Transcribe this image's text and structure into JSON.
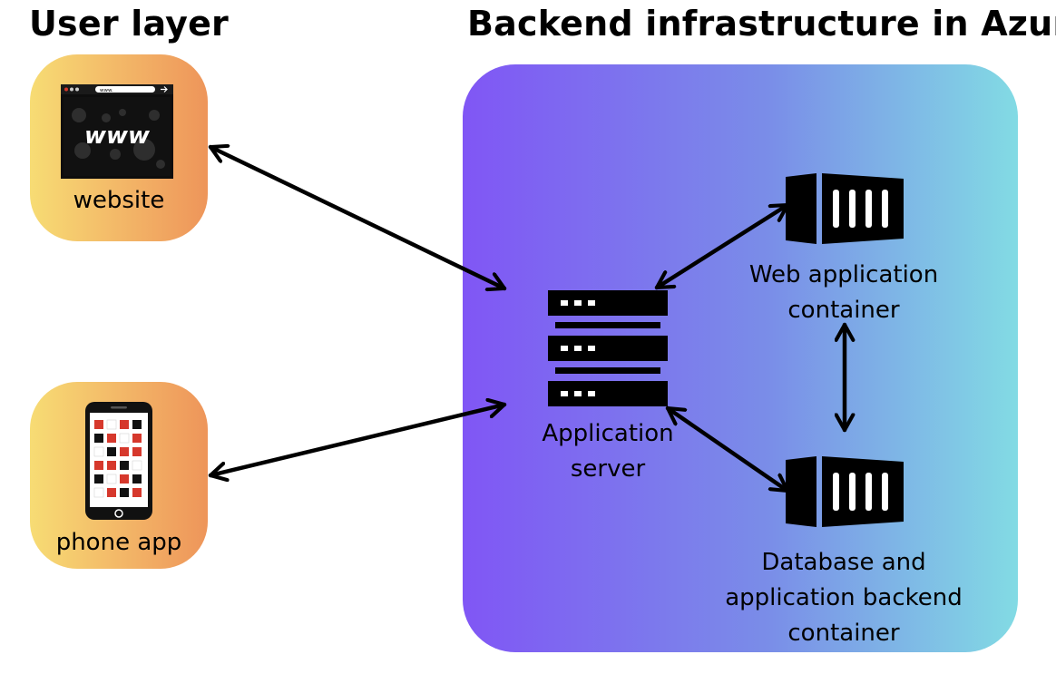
{
  "headings": {
    "user_layer": "User layer",
    "backend": "Backend infrastructure in Azure"
  },
  "user_layer": {
    "website": {
      "label": "website",
      "icon": "browser-www-icon",
      "browser_text": "www"
    },
    "phone_app": {
      "label": "phone app",
      "icon": "smartphone-icon"
    }
  },
  "backend": {
    "application_server": {
      "label_line1": "Application",
      "label_line2": "server",
      "icon": "server-rack-icon"
    },
    "web_container": {
      "label_line1": "Web application",
      "label_line2": "container",
      "icon": "container-icon"
    },
    "db_container": {
      "label_line1": "Database and",
      "label_line2": "application backend",
      "label_line3": "container",
      "icon": "container-icon"
    }
  },
  "connections": [
    {
      "from": "website",
      "to": "application_server",
      "direction": "bidirectional"
    },
    {
      "from": "phone_app",
      "to": "application_server",
      "direction": "bidirectional"
    },
    {
      "from": "application_server",
      "to": "web_container",
      "direction": "bidirectional"
    },
    {
      "from": "application_server",
      "to": "db_container",
      "direction": "bidirectional"
    },
    {
      "from": "web_container",
      "to": "db_container",
      "direction": "bidirectional"
    }
  ],
  "colors": {
    "user_box_gradient": [
      "#f7dc74",
      "#ee955a"
    ],
    "azure_gradient": [
      "#8056f5",
      "#82dbe4"
    ],
    "phone_red": "#d6382c"
  }
}
